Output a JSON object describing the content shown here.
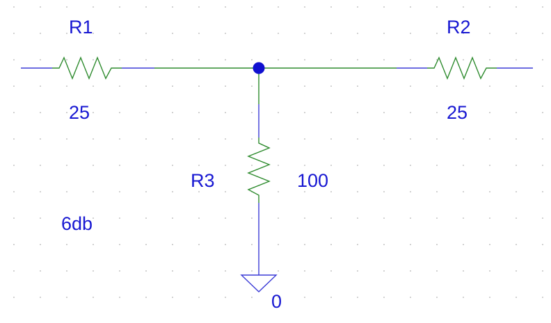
{
  "schematic": {
    "components": [
      {
        "ref": "R1",
        "value": "25",
        "type": "resistor"
      },
      {
        "ref": "R2",
        "value": "25",
        "type": "resistor"
      },
      {
        "ref": "R3",
        "value": "100",
        "type": "resistor"
      }
    ],
    "ground": {
      "net": "0",
      "type": "ground-symbol"
    },
    "note": "6db",
    "colors": {
      "wire_net": "#3b3bd6",
      "component_body": "#2e8b2e",
      "junction": "#1010d0",
      "text": "#1717d2",
      "grid": "#9a9a9a",
      "background": "#ffffff"
    }
  }
}
